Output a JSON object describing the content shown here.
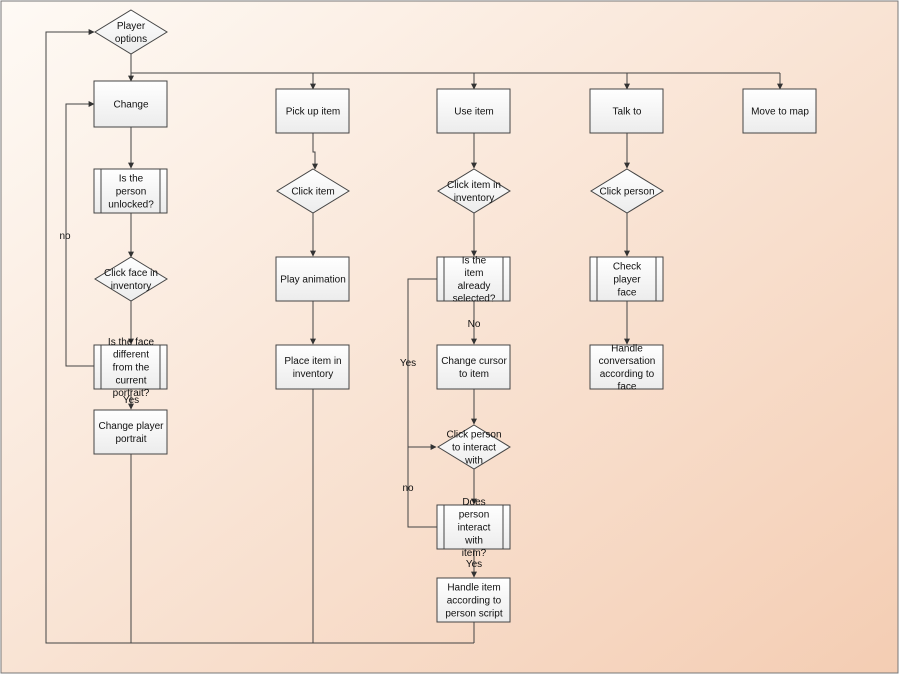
{
  "nodes": {
    "player_options": [
      "Player",
      "options"
    ],
    "change": [
      "Change"
    ],
    "is_unlocked": [
      "Is the",
      "person",
      "unlocked?"
    ],
    "click_face": [
      "Click face in",
      "inventory"
    ],
    "is_face_different": [
      "Is the face",
      "different",
      "from the",
      "current",
      "portrait?"
    ],
    "change_portrait": [
      "Change player",
      "portrait"
    ],
    "pick_up": [
      "Pick up item"
    ],
    "click_item": [
      "Click item"
    ],
    "play_animation": [
      "Play animation"
    ],
    "place_item": [
      "Place item in",
      "inventory"
    ],
    "use_item": [
      "Use item"
    ],
    "click_item_inventory": [
      "Click item in",
      "inventory"
    ],
    "is_item_selected": [
      "Is the",
      "item",
      "already",
      "selected?"
    ],
    "change_cursor": [
      "Change cursor",
      "to item"
    ],
    "click_person_interact": [
      "Click person",
      "to interact",
      "with"
    ],
    "does_person_interact": [
      "Does",
      "person",
      "interact",
      "with",
      "item?"
    ],
    "handle_item": [
      "Handle item",
      "according to",
      "person script"
    ],
    "talk_to": [
      "Talk to"
    ],
    "click_person": [
      "Click person"
    ],
    "check_face": [
      "Check",
      "player",
      "face"
    ],
    "handle_conversation": [
      "Handle",
      "conversation",
      "according to",
      "face"
    ],
    "move_to_map": [
      "Move to map"
    ]
  },
  "edge_labels": {
    "no_change": "no",
    "yes_portrait": "Yes",
    "no_selected": "No",
    "yes_selected": "Yes",
    "no_interact": "no",
    "yes_interact": "Yes"
  }
}
